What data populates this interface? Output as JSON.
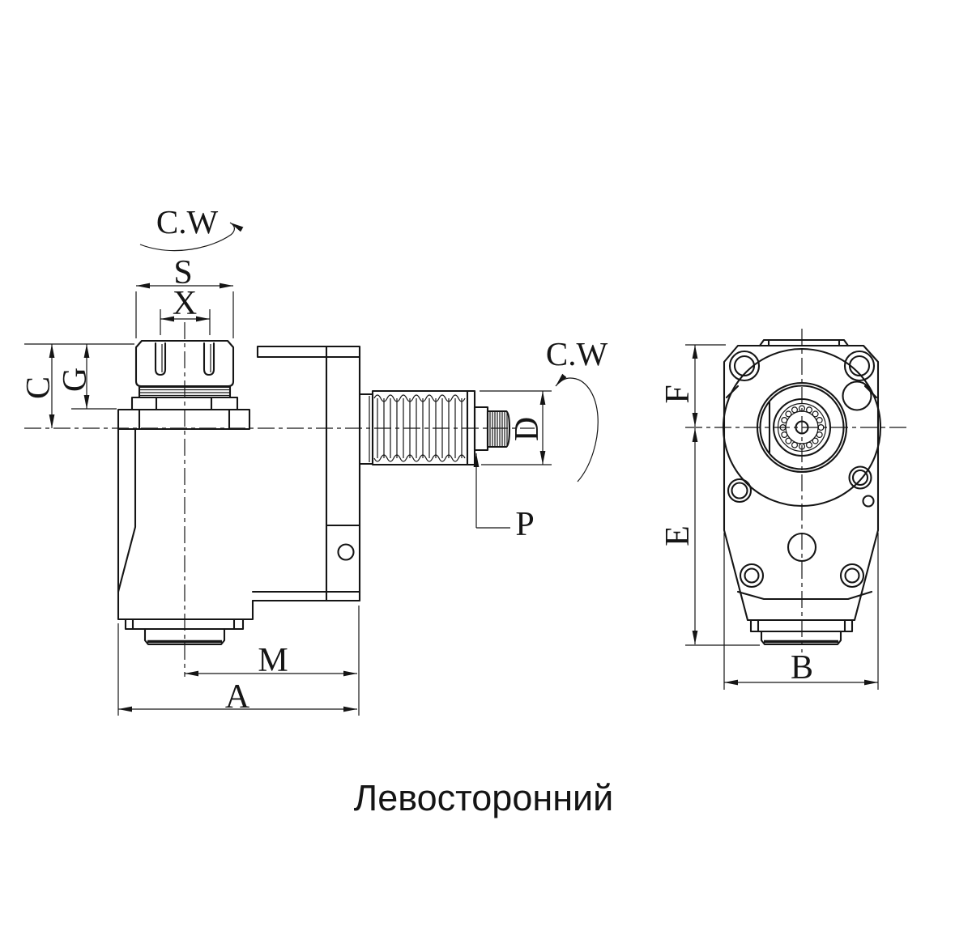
{
  "page": {
    "background": "#ffffff",
    "line_color": "#151515",
    "type": "technical-drawing",
    "subject": "VDI radial tool holder, two orthographic views"
  },
  "caption": "Левосторонний",
  "labels": {
    "rotation_top": "C.W",
    "rotation_side": "C.W",
    "dim_s": "S",
    "dim_x": "X",
    "dim_c": "C",
    "dim_g": "G",
    "dim_d": "D",
    "dim_p": "P",
    "dim_m": "M",
    "dim_a": "A",
    "dim_f": "F",
    "dim_e": "E",
    "dim_b": "B"
  }
}
